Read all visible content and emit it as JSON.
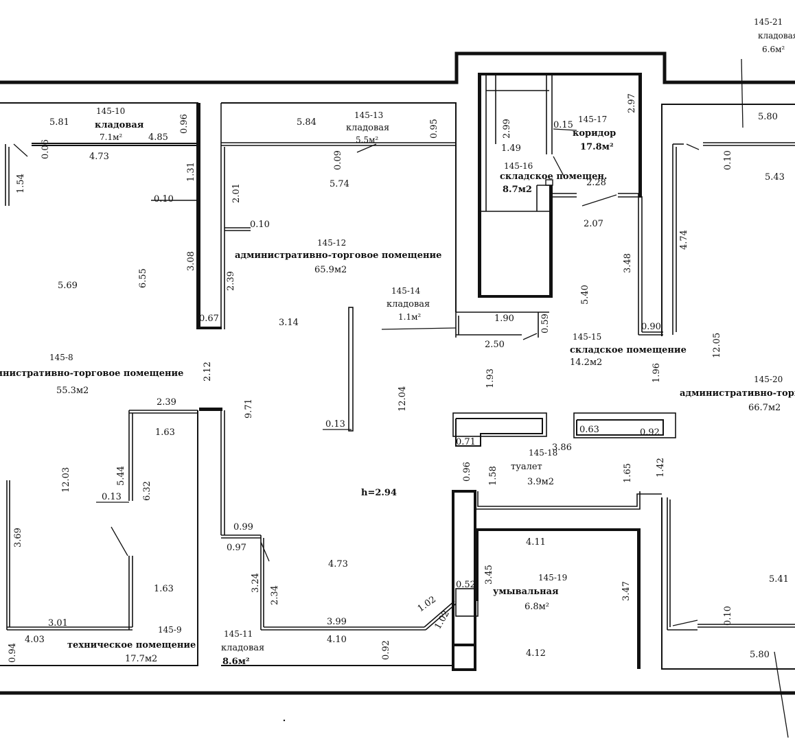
{
  "rooms": [
    {
      "id": "145-8",
      "name": "административно-торговое помещение",
      "area": "55.3м2"
    },
    {
      "id": "145-9",
      "name": "техническое помещение",
      "area": "17.7м2"
    },
    {
      "id": "145-10",
      "name": "кладовая",
      "area": "7.1м²"
    },
    {
      "id": "145-11",
      "name": "кладовая",
      "area": "8.6м²"
    },
    {
      "id": "145-12",
      "name": "административно-торговое помещение",
      "area": "65.9м2"
    },
    {
      "id": "145-13",
      "name": "кладовая",
      "area": "5.5м²"
    },
    {
      "id": "145-14",
      "name": "кладовая",
      "area": "1.1м²"
    },
    {
      "id": "145-15",
      "name": "складское помещение",
      "area": "14.2м2"
    },
    {
      "id": "145-16",
      "name": "складское помещен.",
      "area": "8.7м2"
    },
    {
      "id": "145-17",
      "name": "коридор",
      "area": "17.8м²"
    },
    {
      "id": "145-18",
      "name": "туалет",
      "area": "3.9м2"
    },
    {
      "id": "145-19",
      "name": "умывальная",
      "area": "6.8м²"
    },
    {
      "id": "145-20",
      "name": "административно-торгов",
      "area": "66.7м2"
    },
    {
      "id": "145-21",
      "name": "кладовая",
      "area": "6.6м²"
    }
  ],
  "ceiling_height": "h=2.94",
  "dimensions": [
    "5.81",
    "0.96",
    "4.85",
    "4.73",
    "0.06",
    "1.54",
    "1.31",
    "0.10",
    "3.08",
    "6.55",
    "5.69",
    "0.67",
    "5.84",
    "0.09",
    "5.74",
    "0.95",
    "2.01",
    "0.10",
    "2.39",
    "3.14",
    "2.12",
    "9.71",
    "0.13",
    "12.04",
    "2.99",
    "1.49",
    "0.15",
    "2.97",
    "2.28",
    "2.07",
    "5.40",
    "1.90",
    "0.59",
    "2.50",
    "1.93",
    "3.48",
    "4.74",
    "0.90",
    "5.80",
    "5.43",
    "0.10",
    "12.05",
    "1.96",
    "2.39",
    "1.63",
    "5.44",
    "6.32",
    "0.13",
    "12.03",
    "3.69",
    "1.63",
    "3.01",
    "4.03",
    "0.94",
    "0.99",
    "0.97",
    "3.24",
    "2.34",
    "4.73",
    "3.99",
    "4.10",
    "0.92",
    "1.02",
    "1.02",
    "0.71",
    "0.63",
    "0.92",
    "3.86",
    "0.96",
    "1.58",
    "1.65",
    "1.42",
    "4.11",
    "3.45",
    "0.52",
    "3.47",
    "4.12",
    "5.41",
    "0.10",
    "5.80"
  ]
}
